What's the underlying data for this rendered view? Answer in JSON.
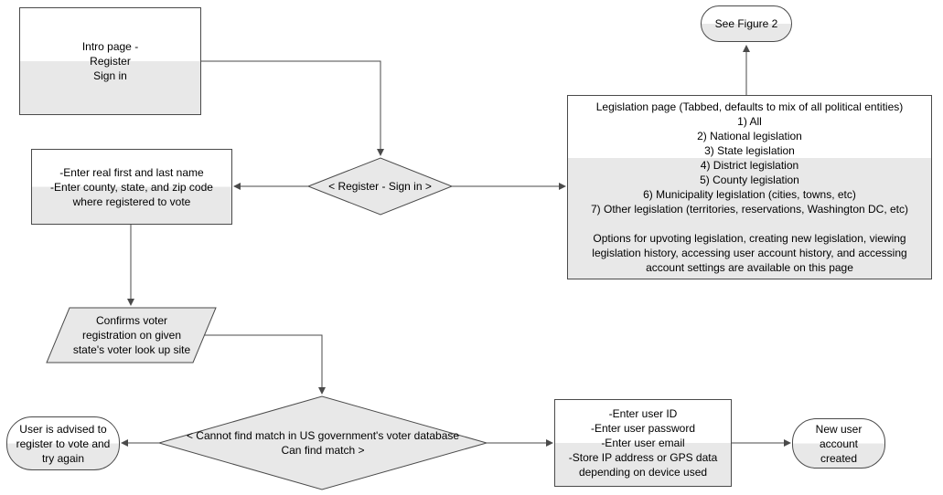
{
  "nodes": {
    "intro": [
      "Intro page -",
      "Register",
      "Sign in"
    ],
    "see_figure": [
      "See Figure 2"
    ],
    "legislation": [
      "Legislation page (Tabbed, defaults to mix of all political entities)",
      "1) All",
      "2) National legislation",
      "3) State legislation",
      "4) District legislation",
      "5) County legislation",
      "6) Municipality legislation (cities, towns, etc)",
      "7) Other legislation (territories, reservations, Washington DC, etc)",
      "",
      "Options for upvoting legislation, creating new legislation, viewing",
      "legislation history, accessing user account history, and accessing",
      "account settings are available on this page"
    ],
    "enter_name": [
      "-Enter real first and last name",
      "-Enter county, state, and zip code",
      "where registered to vote"
    ],
    "register_decision": [
      "< Register - Sign in >"
    ],
    "confirm_voter": [
      "Confirms voter",
      "registration on given",
      "state's voter look up site"
    ],
    "match_decision": [
      "< Cannot find match in US government's voter database",
      "Can find match >"
    ],
    "advised": [
      "User is advised to",
      "register to vote and",
      "try again"
    ],
    "user_info": [
      "-Enter user ID",
      "-Enter user password",
      "-Enter user email",
      "-Store IP address or GPS data",
      "depending on device used"
    ],
    "new_account": [
      "New user",
      "account",
      "created"
    ]
  }
}
